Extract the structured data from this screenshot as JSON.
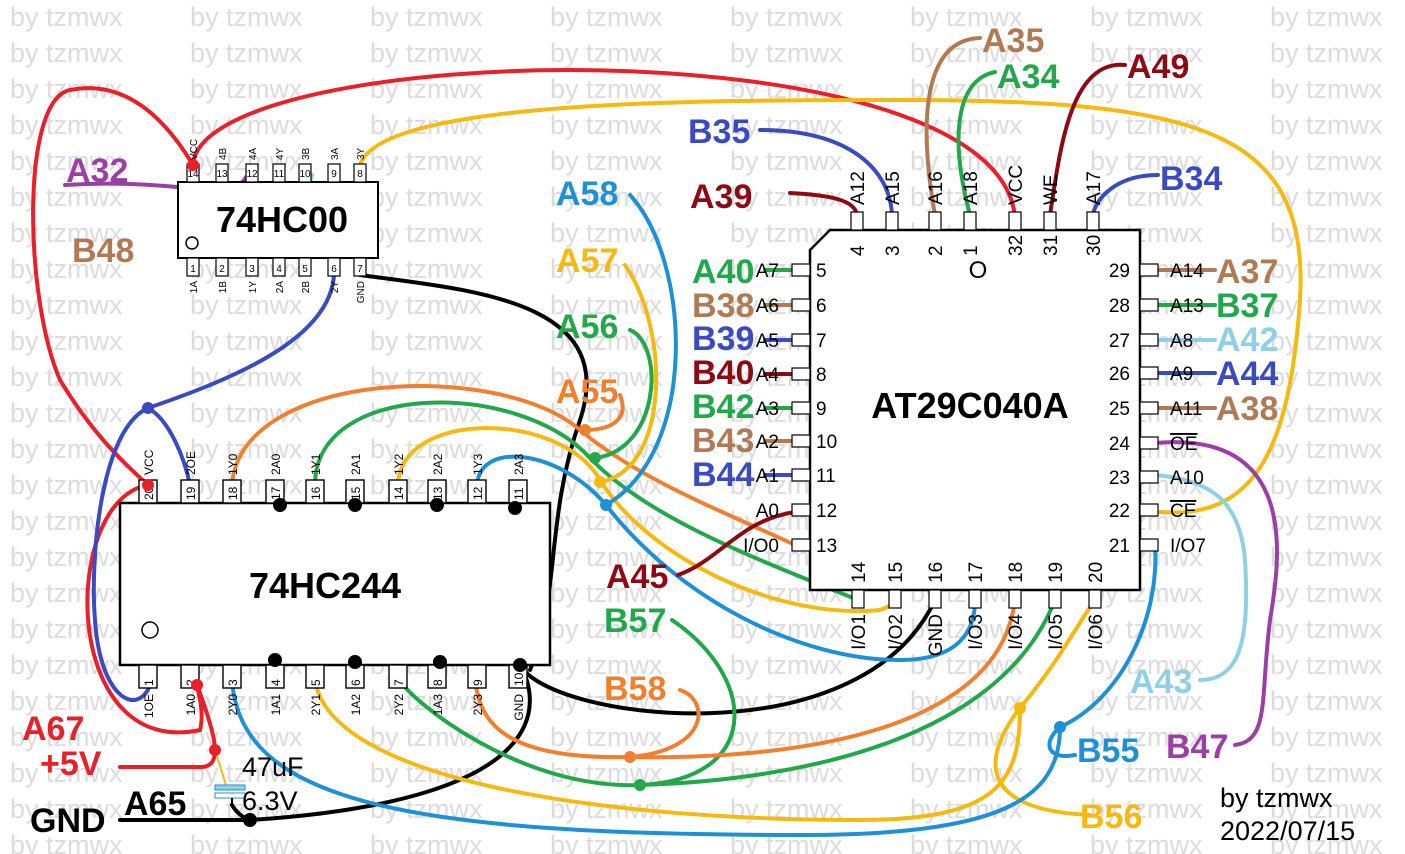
{
  "watermark": "by tzmwx",
  "chips": {
    "u1": {
      "label": "74HC00",
      "top_pins": [
        "VCC",
        "4B",
        "4A",
        "4Y",
        "3B",
        "3A",
        "3Y"
      ],
      "top_nums": [
        "14",
        "13",
        "12",
        "11",
        "10",
        "9",
        "8"
      ],
      "bottom_pins": [
        "1A",
        "1B",
        "1Y",
        "2A",
        "2B",
        "2Y",
        "GND"
      ],
      "bottom_nums": [
        "1",
        "2",
        "3",
        "4",
        "5",
        "6",
        "7"
      ]
    },
    "u2": {
      "label": "74HC244",
      "top_pins": [
        "VCC",
        "2OE",
        "1Y0",
        "2A0",
        "1Y1",
        "2A1",
        "1Y2",
        "2A2",
        "1Y3",
        "2A3"
      ],
      "top_nums": [
        "20",
        "19",
        "18",
        "17",
        "16",
        "15",
        "14",
        "13",
        "12",
        "11"
      ],
      "bottom_pins": [
        "1OE",
        "1A0",
        "2Y0",
        "1A1",
        "2Y1",
        "1A2",
        "2Y2",
        "1A3",
        "2Y3",
        "GND"
      ],
      "bottom_nums": [
        "1",
        "2",
        "3",
        "4",
        "5",
        "6",
        "7",
        "8",
        "9",
        "10"
      ]
    },
    "u3": {
      "label": "AT29C040A",
      "top_nums": [
        "4",
        "3",
        "2",
        "1",
        "32",
        "31",
        "30"
      ],
      "top_pins": [
        "A12",
        "A15",
        "A16",
        "A18",
        "VCC",
        "WE",
        "A17"
      ],
      "left_nums": [
        "5",
        "6",
        "7",
        "8",
        "9",
        "10",
        "11",
        "12",
        "13"
      ],
      "left_pins": [
        "A7",
        "A6",
        "A5",
        "A4",
        "A3",
        "A2",
        "A1",
        "A0",
        "I/O0"
      ],
      "bottom_nums": [
        "14",
        "15",
        "16",
        "17",
        "18",
        "19",
        "20"
      ],
      "bottom_pins": [
        "I/O1",
        "I/O2",
        "GND",
        "I/O3",
        "I/O4",
        "I/O5",
        "I/O6"
      ],
      "right_nums": [
        "29",
        "28",
        "27",
        "26",
        "25",
        "24",
        "23",
        "22",
        "21"
      ],
      "right_pins": [
        "A14",
        "A13",
        "A8",
        "A9",
        "A11",
        "OE",
        "A10",
        "CE",
        "I/O7"
      ],
      "pin1_mark": "O"
    }
  },
  "signals": {
    "A32": "A32",
    "B48": "B48",
    "A35": "A35",
    "A34": "A34",
    "A49": "A49",
    "B35": "B35",
    "A39": "A39",
    "B34": "B34",
    "A58": "A58",
    "A57": "A57",
    "A56": "A56",
    "A55": "A55",
    "A40": "A40",
    "B38": "B38",
    "B39": "B39",
    "B40": "B40",
    "B42": "B42",
    "B43": "B43",
    "B44": "B44",
    "A45": "A45",
    "B57": "B57",
    "B58": "B58",
    "A37": "A37",
    "B37": "B37",
    "A42": "A42",
    "A44": "A44",
    "A38": "A38",
    "A43": "A43",
    "B47": "B47",
    "B55": "B55",
    "B56": "B56",
    "A67": "A67",
    "p5v": "+5V",
    "A65": "A65",
    "GND": "GND"
  },
  "capacitor": {
    "value": "47uF",
    "voltage": "6.3V"
  },
  "credit": {
    "author": "by tzmwx",
    "date": "2022/07/15"
  },
  "colors": {
    "red": "#e8202a",
    "purple": "#9b3fa6",
    "brown": "#b07a55",
    "green": "#22a84a",
    "blue": "#3a4ac0",
    "lightblue": "#8fd0e6",
    "skyblue": "#1e90d6",
    "yellow": "#f5b90f",
    "orange": "#f08030",
    "darkred": "#8b0a14",
    "black": "#000000"
  }
}
